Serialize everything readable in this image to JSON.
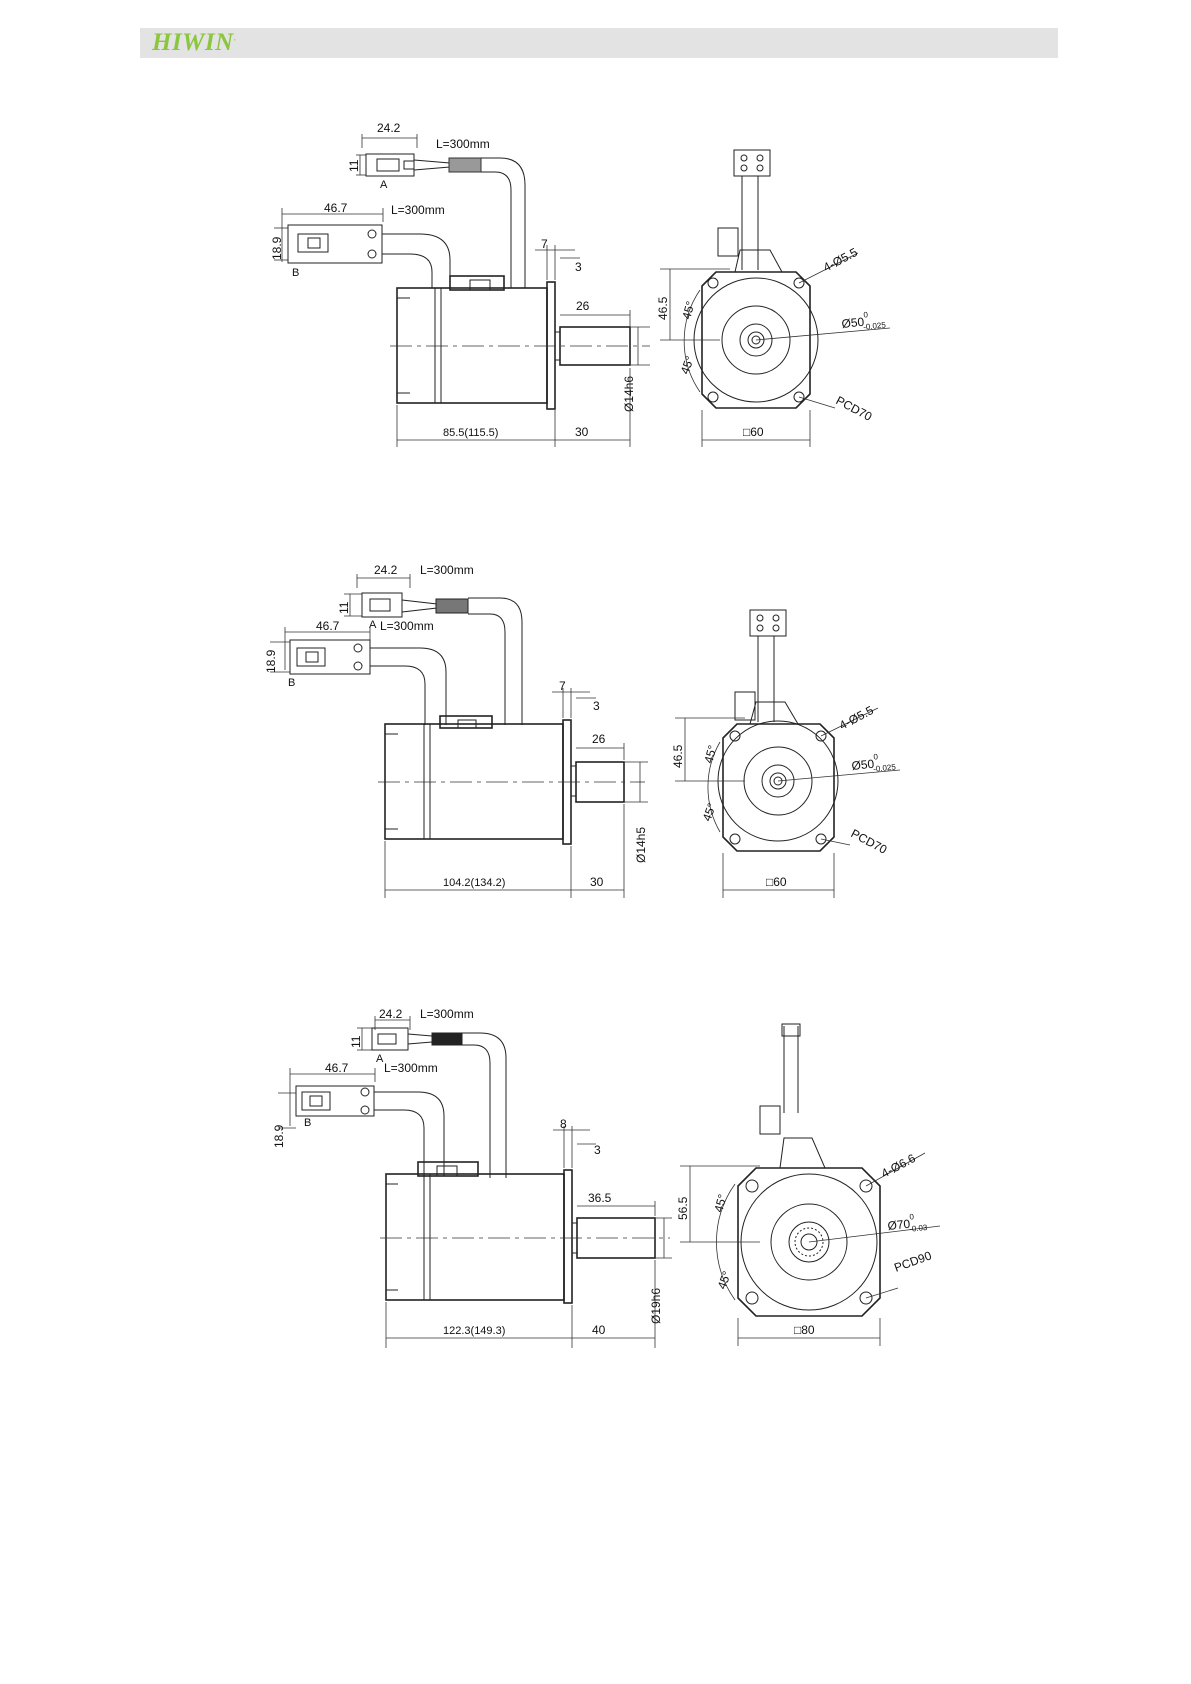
{
  "header": {
    "brand": "HIWIN",
    "brand_mark": "."
  },
  "drawings": [
    {
      "connector_a": {
        "width": "24.2",
        "height": "11",
        "label": "A",
        "cable": "L=300mm"
      },
      "connector_b": {
        "width": "46.7",
        "height": "18.9",
        "label": "B",
        "cable": "L=300mm"
      },
      "flange_thickness": "7",
      "flange_step": "3",
      "shaft_length": "26",
      "body_length": "85.5(115.5)",
      "shaft_extension": "30",
      "shaft_diameter": "Ø14h6",
      "center_height": "46.5",
      "angle": "45°",
      "holes": "4-Ø5.5",
      "pilot_diameter": "Ø50",
      "pilot_tol_upper": "0",
      "pilot_tol_lower": "-0.025",
      "pcd": "PCD70",
      "frame": "□60"
    },
    {
      "connector_a": {
        "width": "24.2",
        "height": "11",
        "label": "A",
        "cable": "L=300mm"
      },
      "connector_b": {
        "width": "46.7",
        "height": "18.9",
        "label": "B",
        "cable": "L=300mm"
      },
      "flange_thickness": "7",
      "flange_step": "3",
      "shaft_length": "26",
      "body_length": "104.2(134.2)",
      "shaft_extension": "30",
      "shaft_diameter": "Ø14h5",
      "center_height": "46.5",
      "angle": "45°",
      "holes": "4-Ø5.5",
      "pilot_diameter": "Ø50",
      "pilot_tol_upper": "0",
      "pilot_tol_lower": "-0.025",
      "pcd": "PCD70",
      "frame": "□60"
    },
    {
      "connector_a": {
        "width": "24.2",
        "height": "11",
        "label": "A",
        "cable": "L=300mm"
      },
      "connector_b": {
        "width": "46.7",
        "height": "18.9",
        "label": "B",
        "cable": "L=300mm"
      },
      "flange_thickness": "8",
      "flange_step": "3",
      "shaft_length": "36.5",
      "body_length": "122.3(149.3)",
      "shaft_extension": "40",
      "shaft_diameter": "Ø19h6",
      "center_height": "56.5",
      "angle": "45°",
      "holes": "4-Ø6.6",
      "pilot_diameter": "Ø70",
      "pilot_tol_upper": "0",
      "pilot_tol_lower": "-0.03",
      "pcd": "PCD90",
      "frame": "□80"
    }
  ]
}
